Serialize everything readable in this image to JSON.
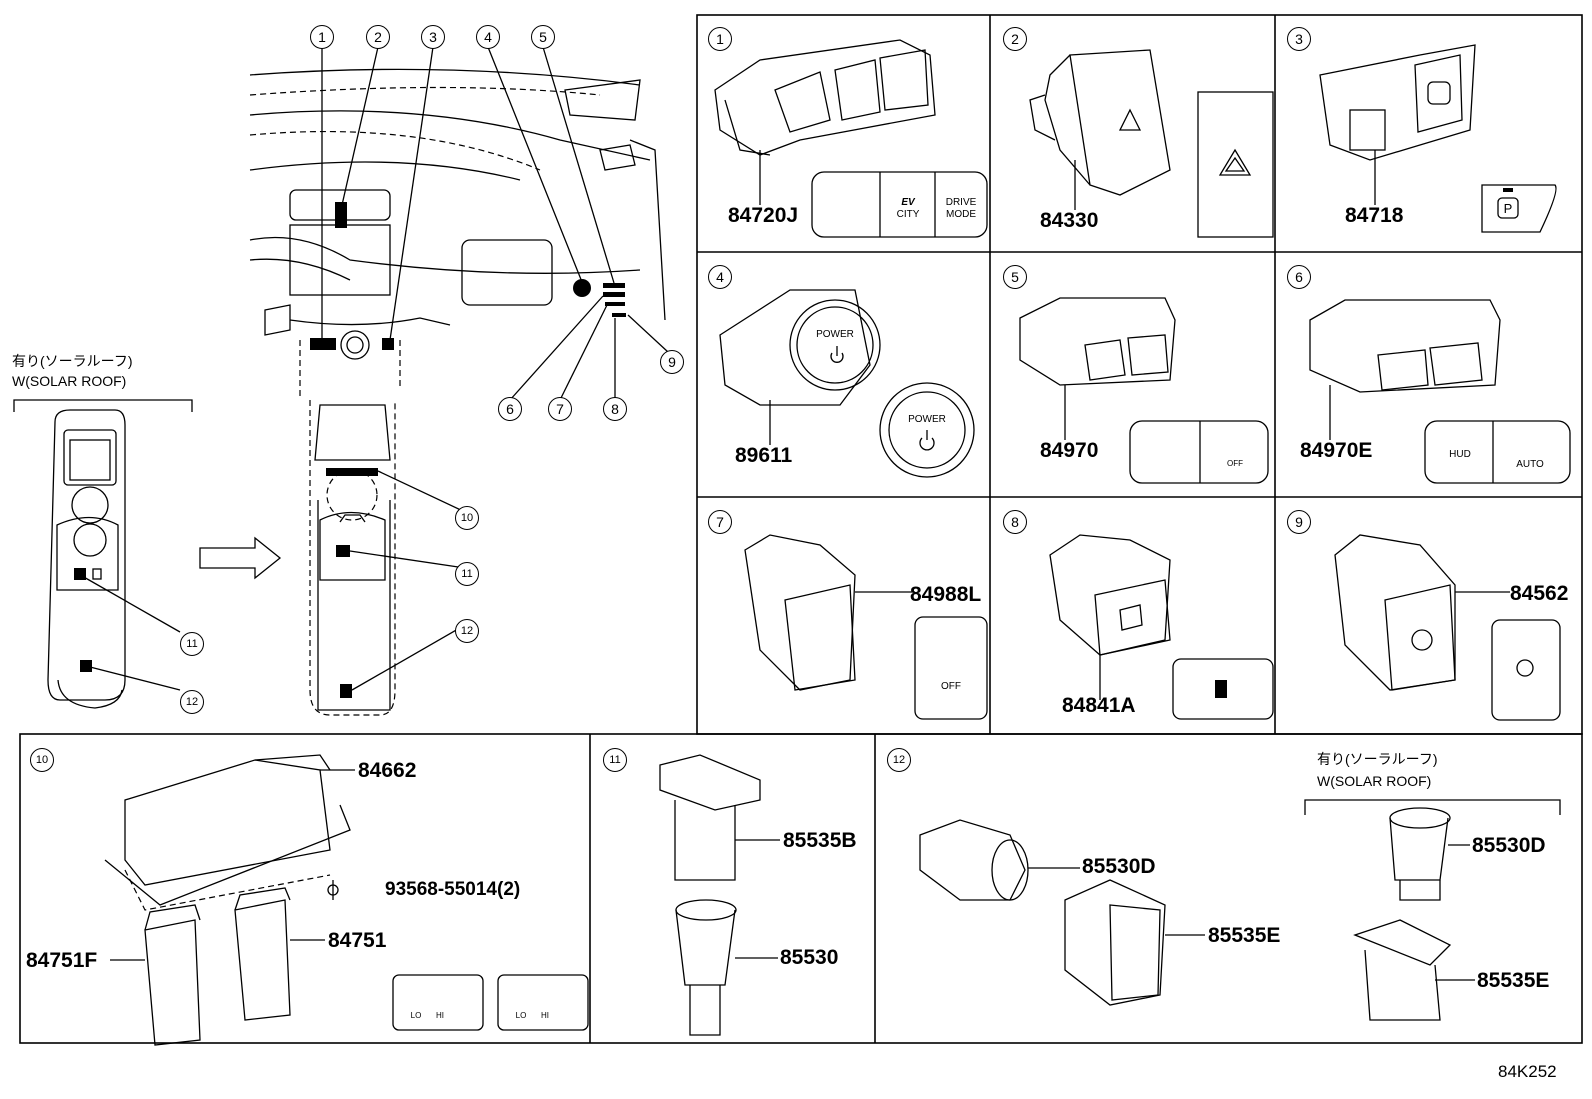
{
  "diagram_code": "84K252",
  "note": {
    "jp": "有り(ソーラルーフ)",
    "en": "W(SOLAR ROOF)"
  },
  "callout_numbers": [
    "1",
    "2",
    "3",
    "4",
    "5",
    "6",
    "7",
    "8",
    "9",
    "10",
    "11",
    "12"
  ],
  "panels": {
    "p1": {
      "num": "1",
      "part": "84720J",
      "btn_labels": [
        "EV",
        "CITY",
        "DRIVE",
        "MODE"
      ]
    },
    "p2": {
      "num": "2",
      "part": "84330"
    },
    "p3": {
      "num": "3",
      "part": "84718",
      "btn_label": "P"
    },
    "p4": {
      "num": "4",
      "part": "89611",
      "btn_label": "POWER"
    },
    "p5": {
      "num": "5",
      "part": "84970",
      "btn_label": "OFF"
    },
    "p6": {
      "num": "6",
      "part": "84970E",
      "btn_labels": [
        "HUD",
        "AUTO"
      ]
    },
    "p7": {
      "num": "7",
      "part": "84988L",
      "btn_label": "OFF"
    },
    "p8": {
      "num": "8",
      "part": "84841A"
    },
    "p9": {
      "num": "9",
      "part": "84562"
    },
    "p10": {
      "num": "10",
      "parts": [
        "84662",
        "93568-55014(2)",
        "84751F",
        "84751"
      ],
      "btn_labels": [
        "LO",
        "HI"
      ]
    },
    "p11": {
      "num": "11",
      "parts": [
        "85535B",
        "85530"
      ]
    },
    "p12": {
      "num": "12",
      "parts": [
        "85530D",
        "85535E",
        "85530D",
        "85535E"
      ]
    }
  }
}
